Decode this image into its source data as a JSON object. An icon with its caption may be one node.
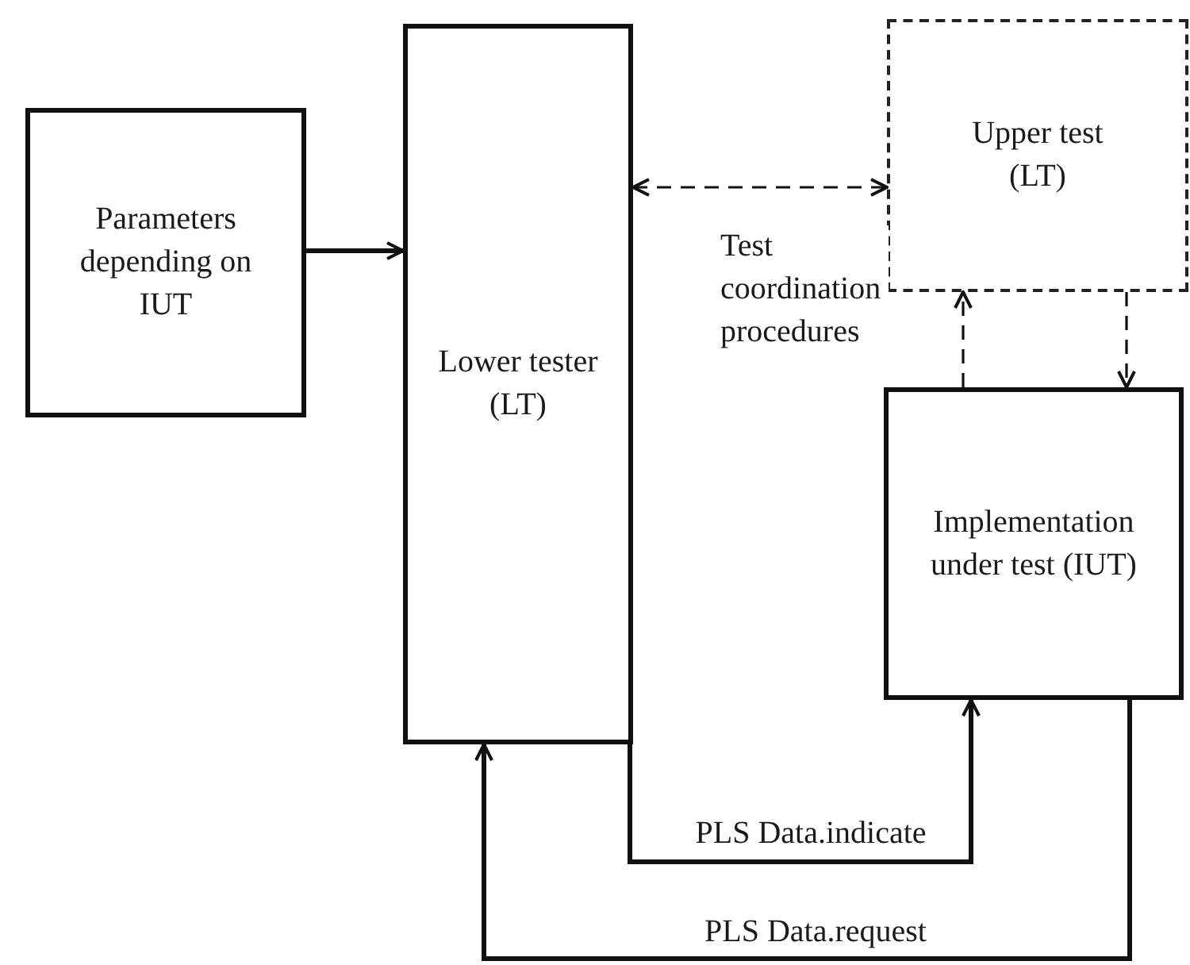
{
  "diagram": {
    "nodes": [
      {
        "text": [
          "Parameters depending on IUT"
        ]
      },
      {
        "text": [
          "Lower tester (LT)"
        ]
      },
      {
        "text": [
          "Upper test (LT)"
        ]
      },
      {
        "text": [
          "Implementation under test (IUT)"
        ]
      }
    ],
    "edges": [
      {
        "from": 0,
        "to": 1,
        "arrow": "to"
      },
      {
        "from": 1,
        "to": 2,
        "arrow": "both",
        "style": "dashed",
        "label": "Test coordination procedures"
      },
      {
        "from": 3,
        "to": 2,
        "arrow": "to",
        "style": "dashed"
      },
      {
        "from": 2,
        "to": 3,
        "arrow": "to",
        "style": "dashed"
      },
      {
        "from": 1,
        "to": 3,
        "arrow": "to",
        "label": "PLS Data.indicate"
      },
      {
        "from": 3,
        "to": 1,
        "arrow": "to",
        "label": "PLS Data.request"
      }
    ]
  }
}
